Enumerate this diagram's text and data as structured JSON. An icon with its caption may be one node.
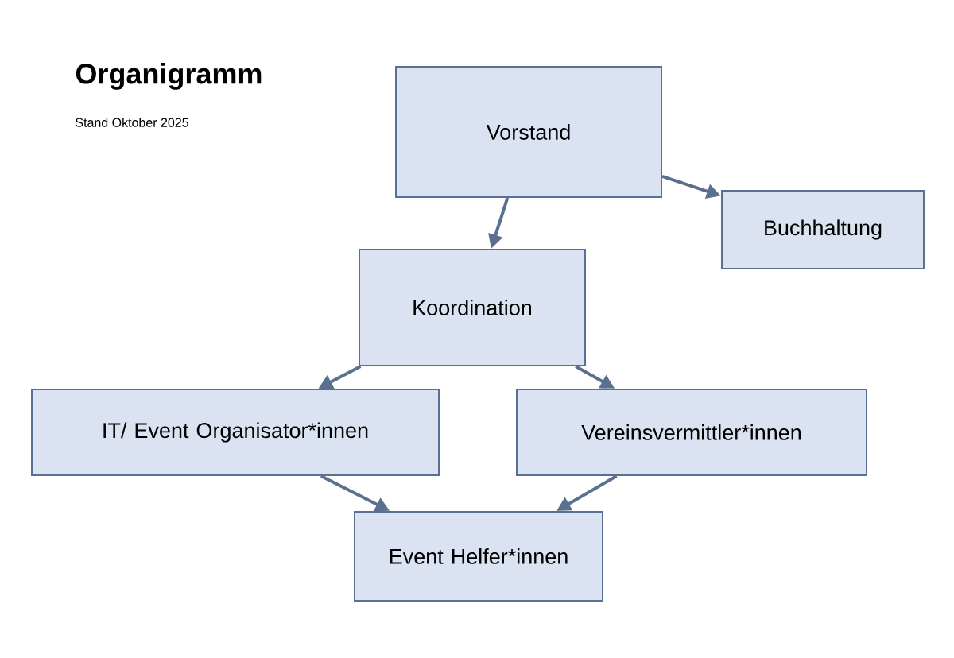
{
  "diagram": {
    "title": "Organigramm",
    "nodes": [
      {
        "text": [
          "Vorstand"
        ]
      },
      {
        "text": [
          "Buchhaltung"
        ]
      },
      {
        "text": [
          "Koordination"
        ]
      },
      {
        "text": [
          "IT/ Event Organisator*innen"
        ]
      },
      {
        "text": [
          "Vereinsvermittler*innen"
        ]
      },
      {
        "text": [
          "Event Helfer*innen"
        ]
      }
    ],
    "edges": [
      {
        "from": 0,
        "to": 1,
        "arrow": "to"
      },
      {
        "from": 0,
        "to": 2,
        "arrow": "to"
      },
      {
        "from": 2,
        "to": 3,
        "arrow": "to"
      },
      {
        "from": 2,
        "to": 4,
        "arrow": "to"
      },
      {
        "from": 3,
        "to": 5,
        "arrow": "to"
      },
      {
        "from": 4,
        "to": 5,
        "arrow": "to"
      }
    ],
    "labels": [
      "Stand Oktober 2025"
    ]
  }
}
